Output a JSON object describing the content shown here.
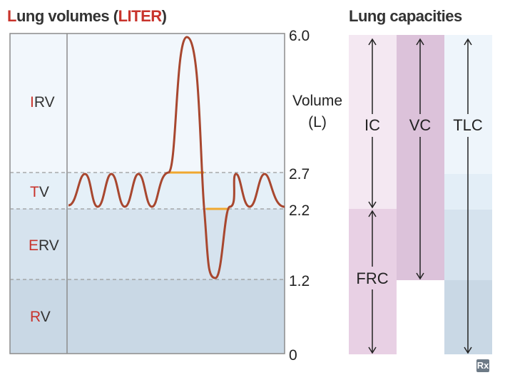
{
  "left_title": {
    "first": "L",
    "rest": "ung volumes (",
    "unit": "LITER",
    "close": ")"
  },
  "right_title": "Lung capacities",
  "volumes": [
    {
      "first": "I",
      "rest": "RV"
    },
    {
      "first": "T",
      "rest": "V"
    },
    {
      "first": "E",
      "rest": "RV"
    },
    {
      "first": "R",
      "rest": "V"
    }
  ],
  "axis": {
    "label_line1": "Volume",
    "label_line2": "(L)",
    "ticks": [
      "6.0",
      "2.7",
      "2.2",
      "1.2",
      "0"
    ]
  },
  "capacities": [
    "IC",
    "FRC",
    "VC",
    "TLC"
  ],
  "watermark": "Rx",
  "colors": {
    "trace": "#a8472f",
    "highlight": "#f0a830",
    "irv_bg": "#f2f7fc",
    "tv_bg": "#e5f0f8",
    "erv_bg": "#d6e3ee",
    "rv_bg": "#c9d8e5",
    "red_letter": "#c8332b"
  }
}
